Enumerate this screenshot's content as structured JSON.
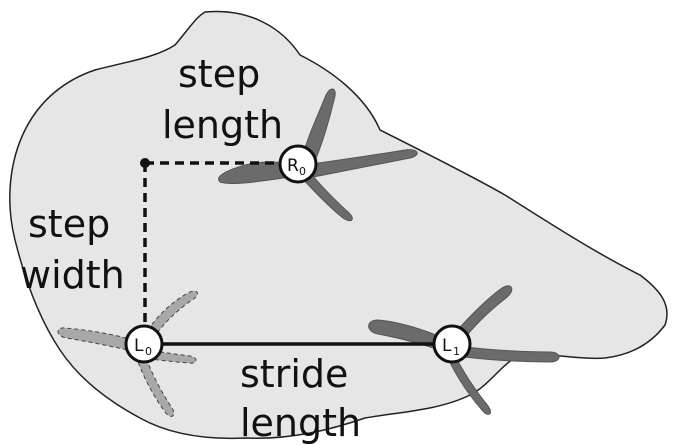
{
  "labels": {
    "step_length_line1": "step",
    "step_length_line2": "length",
    "step_width_line1": "step",
    "step_width_line2": "width",
    "stride_length_line1": "stride",
    "stride_length_line2": "length"
  },
  "nodes": {
    "r0": {
      "letter": "R",
      "sub": "0"
    },
    "l0": {
      "letter": "L",
      "sub": "0"
    },
    "l1": {
      "letter": "L",
      "sub": "1"
    }
  },
  "colors": {
    "substrate_fill": "#e6e6e6",
    "footprint_dark": "#6b6b6b",
    "footprint_light": "#a8a8a8",
    "outline": "#222222",
    "node_fill": "#ffffff"
  }
}
